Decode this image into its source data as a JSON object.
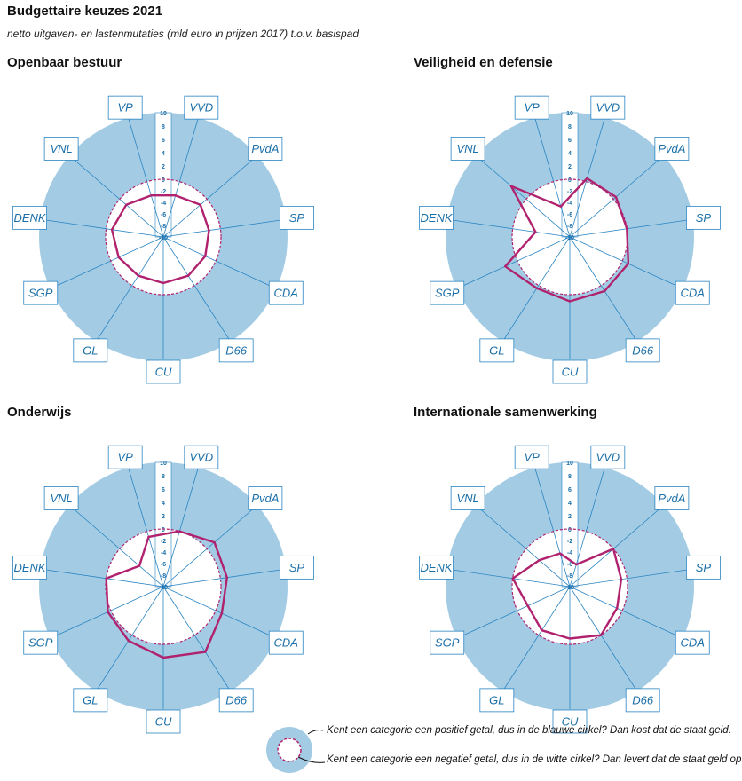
{
  "title": "Budgettaire keuzes 2021",
  "subtitle": "netto uitgaven- en lastenmutaties (mld euro in prijzen 2017) t.o.v. basispad",
  "colors": {
    "blue": "#a3cce4",
    "line": "#2a84c2",
    "series": "#b0226e",
    "label_text": "#1b6fa8",
    "background": "#ffffff"
  },
  "chart_data": [
    {
      "type": "radar",
      "title": "Openbaar bestuur",
      "categories": [
        "VVD",
        "PvdA",
        "SP",
        "CDA",
        "D66",
        "CU",
        "GL",
        "SGP",
        "DENK",
        "VNL",
        "VP"
      ],
      "axis_ticks": [
        "10",
        "8",
        "6",
        "4",
        "2",
        "0",
        "-2",
        "-4",
        "-6",
        "-8",
        "-10"
      ],
      "range": [
        -10,
        10
      ],
      "values": [
        -2.5,
        -1.5,
        -2,
        -2,
        -2,
        -2,
        -2,
        -1.5,
        -1,
        -1.5,
        -2.5
      ]
    },
    {
      "type": "radar",
      "title": "Veiligheid en defensie",
      "categories": [
        "VVD",
        "PvdA",
        "SP",
        "CDA",
        "D66",
        "CU",
        "GL",
        "SGP",
        "DENK",
        "VNL",
        "VP"
      ],
      "axis_ticks": [
        "10",
        "8",
        "6",
        "4",
        "2",
        "0",
        "-2",
        "-4",
        "-6",
        "-8",
        "-10"
      ],
      "range": [
        -10,
        10
      ],
      "values": [
        0.5,
        0.5,
        0,
        1,
        1,
        1,
        0.5,
        2,
        -4,
        3,
        -4.5
      ]
    },
    {
      "type": "radar",
      "title": "Onderwijs",
      "categories": [
        "VVD",
        "PvdA",
        "SP",
        "CDA",
        "D66",
        "CU",
        "GL",
        "SGP",
        "DENK",
        "VNL",
        "VP"
      ],
      "axis_ticks": [
        "10",
        "8",
        "6",
        "4",
        "2",
        "0",
        "-2",
        "-4",
        "-6",
        "-8",
        "-10"
      ],
      "range": [
        -10,
        10
      ],
      "values": [
        0,
        1.5,
        1,
        1,
        3,
        2,
        1,
        0.5,
        0,
        -4.5,
        -1
      ]
    },
    {
      "type": "radar",
      "title": "Internationale samenwerking",
      "categories": [
        "VVD",
        "PvdA",
        "SP",
        "CDA",
        "D66",
        "CU",
        "GL",
        "SGP",
        "DENK",
        "VNL",
        "VP"
      ],
      "axis_ticks": [
        "10",
        "8",
        "6",
        "4",
        "2",
        "0",
        "-2",
        "-4",
        "-6",
        "-8",
        "-10"
      ],
      "range": [
        -10,
        10
      ],
      "values": [
        -6,
        0,
        -1,
        -1,
        0,
        -1,
        -1,
        -2,
        0,
        -3,
        -4
      ]
    }
  ],
  "legend": {
    "positive_text": "Kent een categorie een positief getal, dus in de blauwe cirkel? Dan kost dat de staat geld.",
    "negative_text": "Kent een categorie een negatief getal, dus in de witte cirkel? Dan levert dat de staat geld op."
  }
}
